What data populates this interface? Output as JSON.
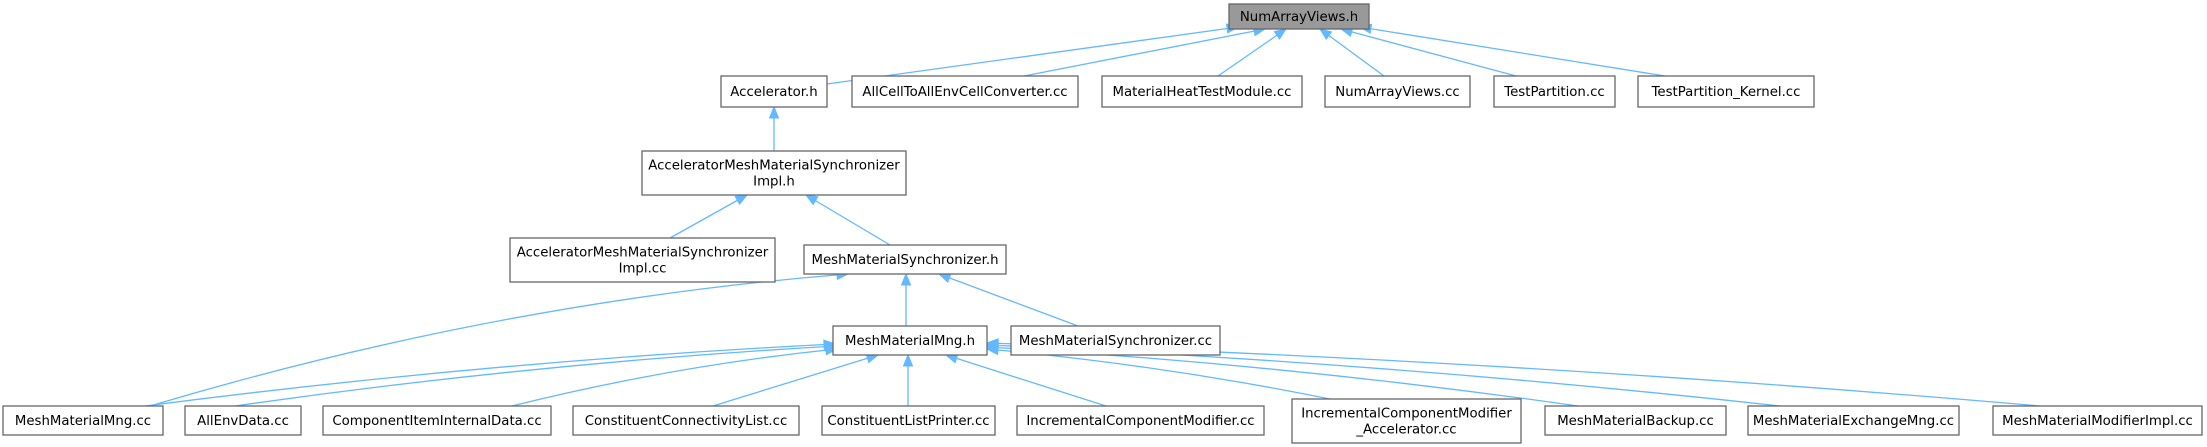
{
  "nodes": [
    {
      "id": "root",
      "lines": [
        "NumArrayViews.h"
      ],
      "root": true
    },
    {
      "id": "accel_h",
      "lines": [
        "Accelerator.h"
      ]
    },
    {
      "id": "allcell",
      "lines": [
        "AllCellToAllEnvCellConverter.cc"
      ]
    },
    {
      "id": "matheat",
      "lines": [
        "MaterialHeatTestModule.cc"
      ]
    },
    {
      "id": "numcc",
      "lines": [
        "NumArrayViews.cc"
      ]
    },
    {
      "id": "testpart",
      "lines": [
        "TestPartition.cc"
      ]
    },
    {
      "id": "testpartk",
      "lines": [
        "TestPartition_Kernel.cc"
      ]
    },
    {
      "id": "ams_h",
      "lines": [
        "AcceleratorMeshMaterialSynchronizer",
        "Impl.h"
      ]
    },
    {
      "id": "ams_cc",
      "lines": [
        "AcceleratorMeshMaterialSynchronizer",
        "Impl.cc"
      ]
    },
    {
      "id": "mms_h",
      "lines": [
        "MeshMaterialSynchronizer.h"
      ]
    },
    {
      "id": "mmng_h",
      "lines": [
        "MeshMaterialMng.h"
      ]
    },
    {
      "id": "mms_cc",
      "lines": [
        "MeshMaterialSynchronizer.cc"
      ]
    },
    {
      "id": "mmng_cc",
      "lines": [
        "MeshMaterialMng.cc"
      ]
    },
    {
      "id": "allenv",
      "lines": [
        "AllEnvData.cc"
      ]
    },
    {
      "id": "compitem",
      "lines": [
        "ComponentItemInternalData.cc"
      ]
    },
    {
      "id": "constconn",
      "lines": [
        "ConstituentConnectivityList.cc"
      ]
    },
    {
      "id": "constprint",
      "lines": [
        "ConstituentListPrinter.cc"
      ]
    },
    {
      "id": "incmod",
      "lines": [
        "IncrementalComponentModifier.cc"
      ]
    },
    {
      "id": "incmodacc",
      "lines": [
        "IncrementalComponentModifier",
        "_Accelerator.cc"
      ]
    },
    {
      "id": "mmbackup",
      "lines": [
        "MeshMaterialBackup.cc"
      ]
    },
    {
      "id": "mmexch",
      "lines": [
        "MeshMaterialExchangeMng.cc"
      ]
    },
    {
      "id": "mmmodimpl",
      "lines": [
        "MeshMaterialModifierImpl.cc"
      ]
    }
  ],
  "edges": [
    {
      "from": "accel_h",
      "to": "root"
    },
    {
      "from": "allcell",
      "to": "root"
    },
    {
      "from": "matheat",
      "to": "root"
    },
    {
      "from": "numcc",
      "to": "root"
    },
    {
      "from": "testpart",
      "to": "root"
    },
    {
      "from": "testpartk",
      "to": "root"
    },
    {
      "from": "ams_h",
      "to": "accel_h"
    },
    {
      "from": "ams_cc",
      "to": "ams_h"
    },
    {
      "from": "mms_h",
      "to": "ams_h"
    },
    {
      "from": "mmng_cc",
      "to": "mms_h"
    },
    {
      "from": "mmng_h",
      "to": "mms_h"
    },
    {
      "from": "mms_cc",
      "to": "mms_h"
    },
    {
      "from": "mmng_cc",
      "to": "mmng_h"
    },
    {
      "from": "allenv",
      "to": "mmng_h"
    },
    {
      "from": "compitem",
      "to": "mmng_h"
    },
    {
      "from": "constconn",
      "to": "mmng_h"
    },
    {
      "from": "constprint",
      "to": "mmng_h"
    },
    {
      "from": "incmod",
      "to": "mmng_h"
    },
    {
      "from": "incmodacc",
      "to": "mmng_h"
    },
    {
      "from": "mmbackup",
      "to": "mmng_h"
    },
    {
      "from": "mmexch",
      "to": "mmng_h"
    },
    {
      "from": "mmmodimpl",
      "to": "mmng_h"
    }
  ]
}
